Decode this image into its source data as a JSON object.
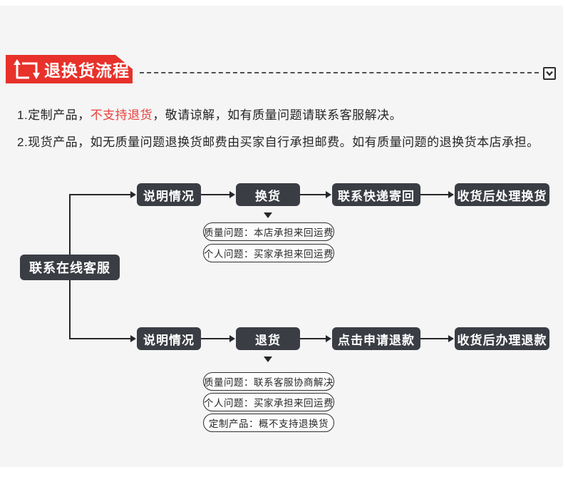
{
  "colors": {
    "banner_red": "#e7312a",
    "highlight_red": "#e8403a",
    "box_dark": "#3a3d44",
    "line_dark": "#26272b",
    "panel_bg": "#f5f5f5"
  },
  "header": {
    "title": "退换货流程",
    "collapse_icon": "chevron-down"
  },
  "notes": {
    "line1": {
      "prefix": "1.定制产品，",
      "highlight": "不支持退货",
      "suffix": "，敬请谅解，如有质量问题请联系客服解决。"
    },
    "line2": {
      "text": "2.现货产品，如无质量问题退换货邮费由买家自行承担邮费。如有质量问题的退换货本店承担。"
    }
  },
  "flow": {
    "start_label": "联系在线客服",
    "rows": [
      {
        "steps": [
          "说明情况",
          "换货",
          "联系快递寄回",
          "收货后处理换货"
        ],
        "notes": [
          "质量问题：本店承担来回运费",
          "个人问题：买家承担来回运费"
        ]
      },
      {
        "steps": [
          "说明情况",
          "退货",
          "点击申请退款",
          "收货后办理退款"
        ],
        "notes": [
          "质量问题：联系客服协商解决",
          "个人问题：买家承担来回运费",
          "定制产品：概不支持退换货"
        ]
      }
    ]
  }
}
